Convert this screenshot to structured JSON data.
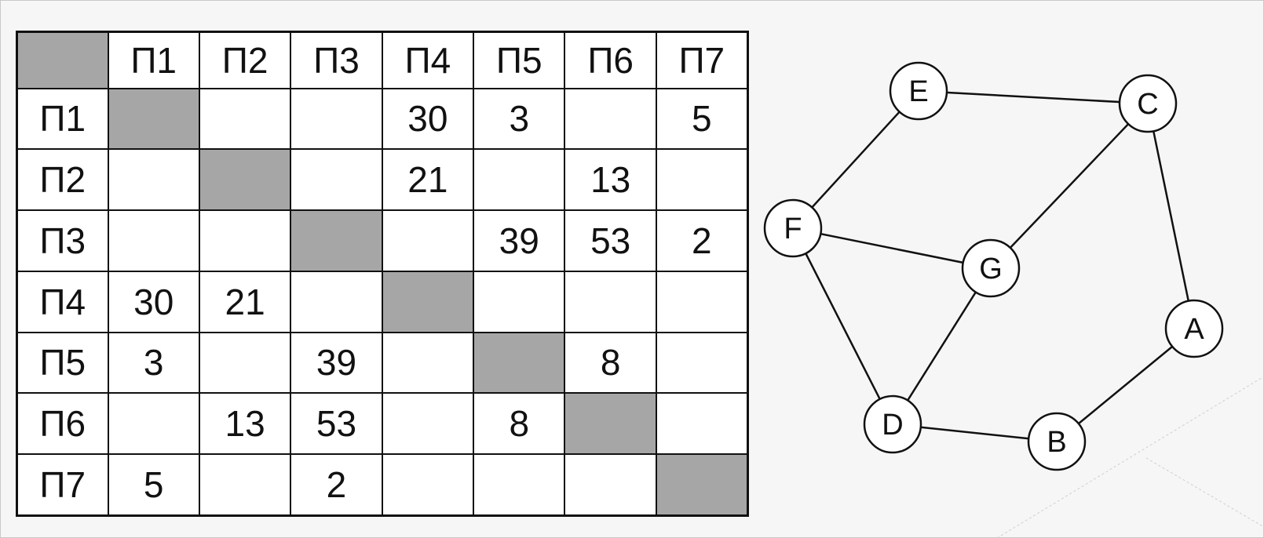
{
  "table": {
    "corner": "",
    "headers": [
      "П1",
      "П2",
      "П3",
      "П4",
      "П5",
      "П6",
      "П7"
    ],
    "rows": [
      {
        "label": "П1",
        "cells": [
          "",
          "",
          "",
          "30",
          "3",
          "",
          "5"
        ]
      },
      {
        "label": "П2",
        "cells": [
          "",
          "",
          "",
          "21",
          "",
          "13",
          ""
        ]
      },
      {
        "label": "П3",
        "cells": [
          "",
          "",
          "",
          "",
          "39",
          "53",
          "2"
        ]
      },
      {
        "label": "П4",
        "cells": [
          "30",
          "21",
          "",
          "",
          "",
          "",
          ""
        ]
      },
      {
        "label": "П5",
        "cells": [
          "3",
          "",
          "39",
          "",
          "",
          "8",
          ""
        ]
      },
      {
        "label": "П6",
        "cells": [
          "",
          "13",
          "53",
          "",
          "8",
          "",
          ""
        ]
      },
      {
        "label": "П7",
        "cells": [
          "5",
          "",
          "2",
          "",
          "",
          "",
          ""
        ]
      }
    ],
    "diagonal_color": "#a6a6a6"
  },
  "graph": {
    "nodes": [
      "E",
      "C",
      "F",
      "G",
      "A",
      "D",
      "B"
    ],
    "edges": [
      [
        "E",
        "C"
      ],
      [
        "E",
        "F"
      ],
      [
        "C",
        "G"
      ],
      [
        "C",
        "A"
      ],
      [
        "F",
        "G"
      ],
      [
        "F",
        "D"
      ],
      [
        "G",
        "D"
      ],
      [
        "D",
        "B"
      ],
      [
        "B",
        "A"
      ]
    ]
  }
}
